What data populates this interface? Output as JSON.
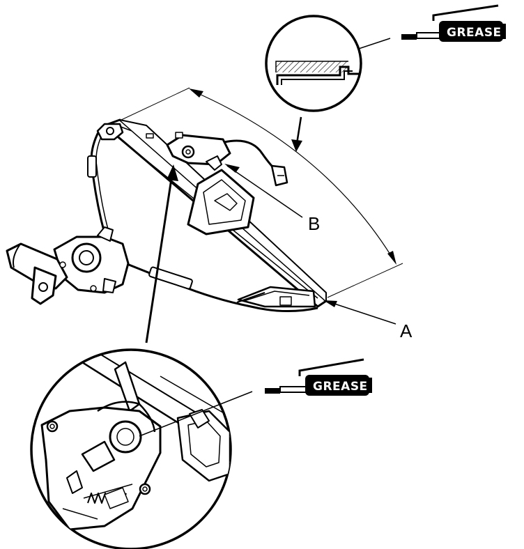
{
  "callouts": {
    "a": "A",
    "b": "B"
  },
  "grease_labels": {
    "top": "GREASE",
    "bottom": "GREASE"
  },
  "colors": {
    "ink": "#000000",
    "paper": "#ffffff"
  }
}
